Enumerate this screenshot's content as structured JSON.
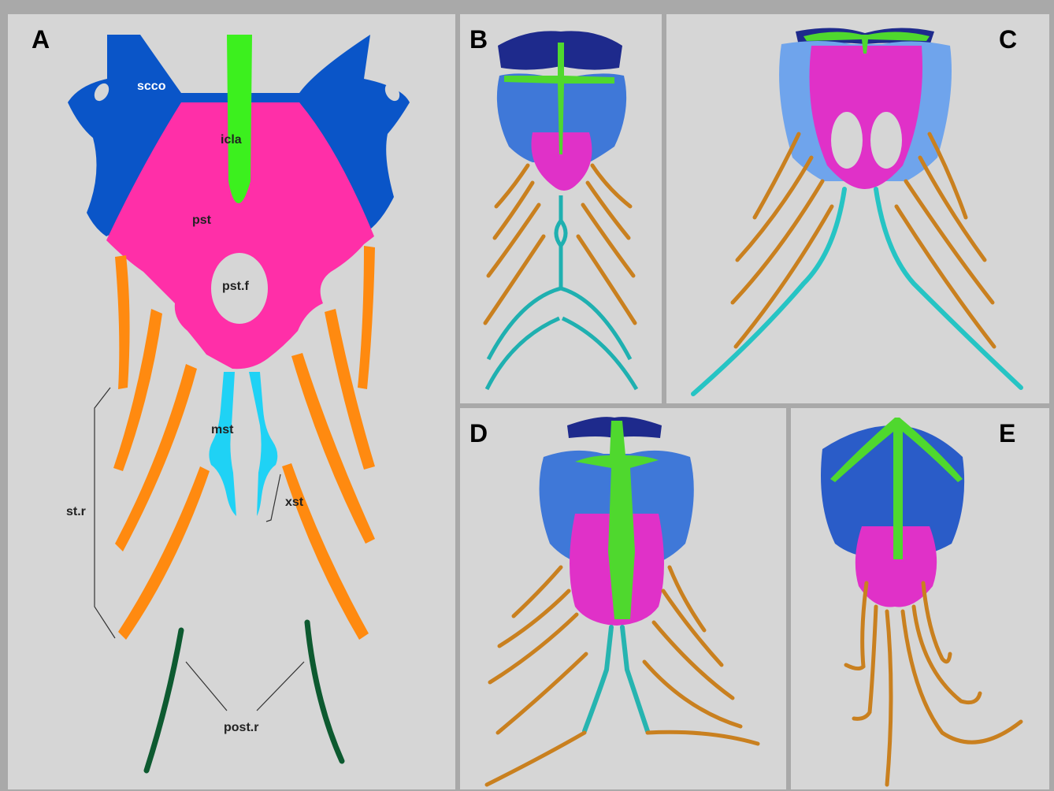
{
  "panels": {
    "a": {
      "letter": "A"
    },
    "b": {
      "letter": "B"
    },
    "c": {
      "letter": "C"
    },
    "d": {
      "letter": "D"
    },
    "e": {
      "letter": "E"
    }
  },
  "labels": {
    "scco": "scco",
    "icla": "icla",
    "pst": "pst",
    "pst_f": "pst.f",
    "mst": "mst",
    "xst": "xst",
    "st_r": "st.r",
    "post_r": "post.r"
  },
  "colors": {
    "scapulocoracoid": "#0a55c8",
    "interclavicle": "#3cf01e",
    "prosternum": "#ff2fa8",
    "mesosternum": "#1fd2f5",
    "sternal_ribs": "#ff8a10",
    "post_xiphisternal_ribs": "#0d5a30",
    "background": "#d6d6d6"
  }
}
